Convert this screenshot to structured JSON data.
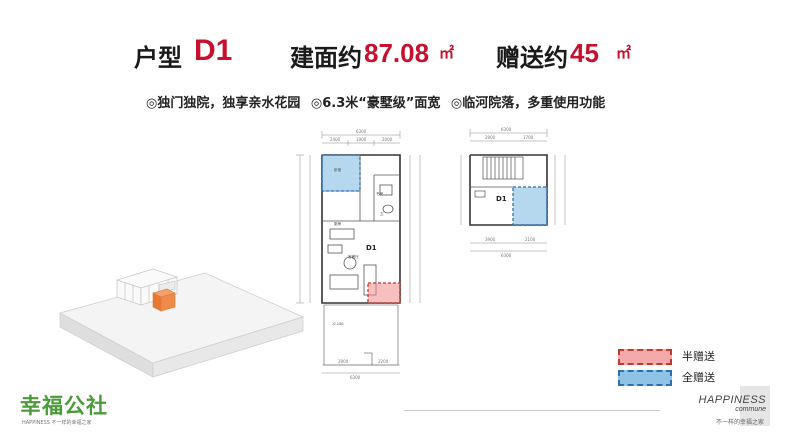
{
  "title": {
    "prefix": "户型",
    "code": "D1",
    "area_label": "建面约",
    "area_value": "87.08",
    "area_unit": "㎡",
    "gift_label": "赠送约",
    "gift_value": "45",
    "gift_unit": "㎡"
  },
  "features": [
    "◎独门独院，独享亲水花园",
    "◎6.3米“豪墅级”面宽",
    "◎临河院落，多重使用功能"
  ],
  "plan": {
    "unit_label_main": "D1",
    "unit_label_upper": "D1",
    "room_living": "客餐厅",
    "room_kitchen": "厨房",
    "room_bed": "卧室",
    "room_study": "书房",
    "room_bath": "卫",
    "level_mark": "-0.150"
  },
  "legend": {
    "half_label": "半赠送",
    "half_color": "#f08a8a",
    "full_label": "全赠送",
    "full_color": "#7ab8e0"
  },
  "logo": {
    "name": "幸福公社",
    "tagline": "HAPPINESS 不一样的幸福之家"
  },
  "brand": {
    "line1": "HAPPINESS",
    "line2": "commune",
    "tagline": "不一样的幸福之家"
  }
}
